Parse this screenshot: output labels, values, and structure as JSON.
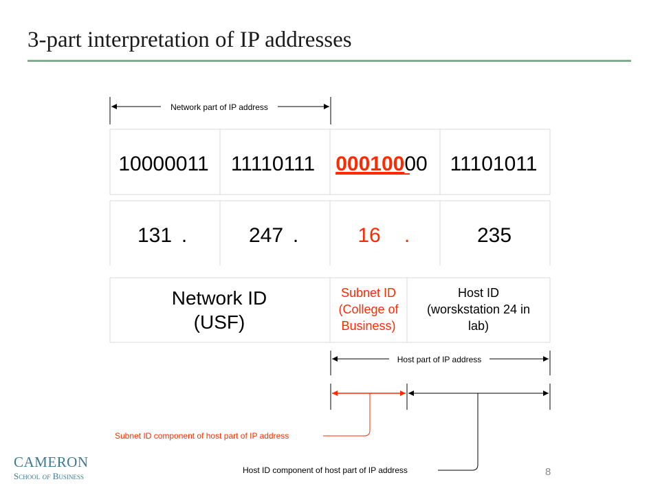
{
  "title": "3-part interpretation of IP addresses",
  "colors": {
    "accent_rule": "#7fae8b",
    "subnet_red": "#ff2a00",
    "logo_blue": "#3b7a94"
  },
  "network_part_label": "Network part of IP address",
  "binary": {
    "octet1": "10000011",
    "octet2": "11110111",
    "octet3_subnet": "000100",
    "octet3_rest": "00",
    "octet4": "11101011"
  },
  "decimal": {
    "octet1": "131",
    "octet2": "247",
    "octet3": "16",
    "octet4": "235",
    "dot": "."
  },
  "ids": {
    "network_line1": "Network ID",
    "network_line2": "(USF)",
    "subnet_line1": "Subnet ID",
    "subnet_line2": "(College of",
    "subnet_line3": "Business)",
    "host_line1": "Host ID",
    "host_line2": "(worskstation 24 in",
    "host_line3": "lab)"
  },
  "host_part_label": "Host part of IP address",
  "subnet_component_label": "Subnet ID component of host part of IP address",
  "host_component_label": "Host ID component of host part of IP address",
  "logo": {
    "main": "CAMERON",
    "sub_school": "School",
    "sub_of": "of",
    "sub_business": "Business"
  },
  "page_number": "8"
}
